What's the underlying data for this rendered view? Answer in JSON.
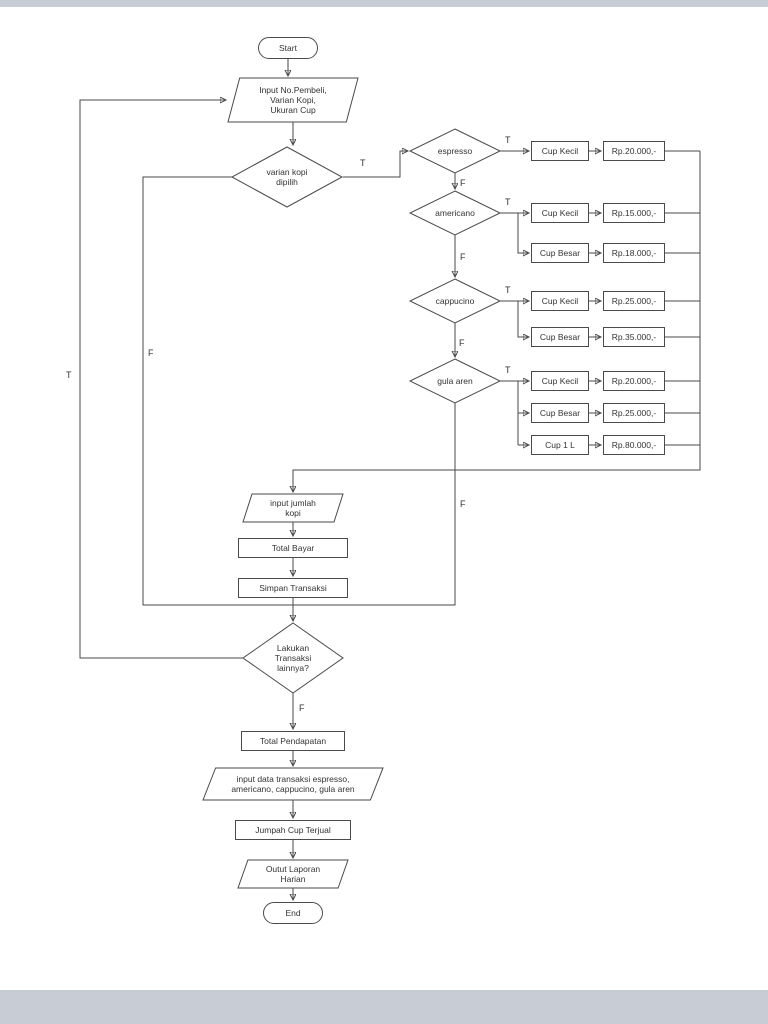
{
  "colors": {
    "page_background": "#c7ccd5",
    "paper": "#ffffff",
    "line": "#4a4a4a",
    "text": "#333333"
  },
  "nodes": {
    "start": "Start",
    "input_pembeli": "Input No.Pembeli,\nVarian Kopi,\nUkuran Cup",
    "varian_kopi": "varian kopi\ndipilih",
    "espresso": "espresso",
    "americano": "americano",
    "cappucino": "cappucino",
    "gula_aren": "gula aren",
    "esp_cup_kecil": "Cup Kecil",
    "esp_harga_kecil": "Rp.20.000,-",
    "ame_cup_kecil": "Cup Kecil",
    "ame_harga_kecil": "Rp.15.000,-",
    "ame_cup_besar": "Cup Besar",
    "ame_harga_besar": "Rp.18.000,-",
    "cap_cup_kecil": "Cup Kecil",
    "cap_harga_kecil": "Rp.25.000,-",
    "cap_cup_besar": "Cup Besar",
    "cap_harga_besar": "Rp.35.000,-",
    "gula_cup_kecil": "Cup Kecil",
    "gula_harga_kecil": "Rp.20.000,-",
    "gula_cup_besar": "Cup Besar",
    "gula_harga_besar": "Rp.25.000,-",
    "gula_cup_1l": "Cup 1 L",
    "gula_harga_1l": "Rp.80.000,-",
    "input_jumlah": "input jumlah\nkopi",
    "total_bayar": "Total Bayar",
    "simpan_transaksi": "Simpan Transaksi",
    "lakukan_transaksi": "Lakukan\nTransaksi\nlainnya?",
    "total_pendapatan": "Total Pendapatan",
    "input_data": "input data transaksi espresso,\namericano, cappucino, gula aren",
    "jumlah_cup": "Jumpah Cup Terjual",
    "output_laporan": "Outut Laporan\nHarian",
    "end": "End"
  },
  "edge_labels": {
    "varian_t": "T",
    "varian_f": "F",
    "espresso_t": "T",
    "espresso_f": "F",
    "americano_t": "T",
    "americano_f": "F",
    "cappucino_t": "T",
    "cappucino_f": "F",
    "gula_t": "T",
    "gula_f": "F",
    "lakukan_t": "T",
    "lakukan_f": "F"
  }
}
